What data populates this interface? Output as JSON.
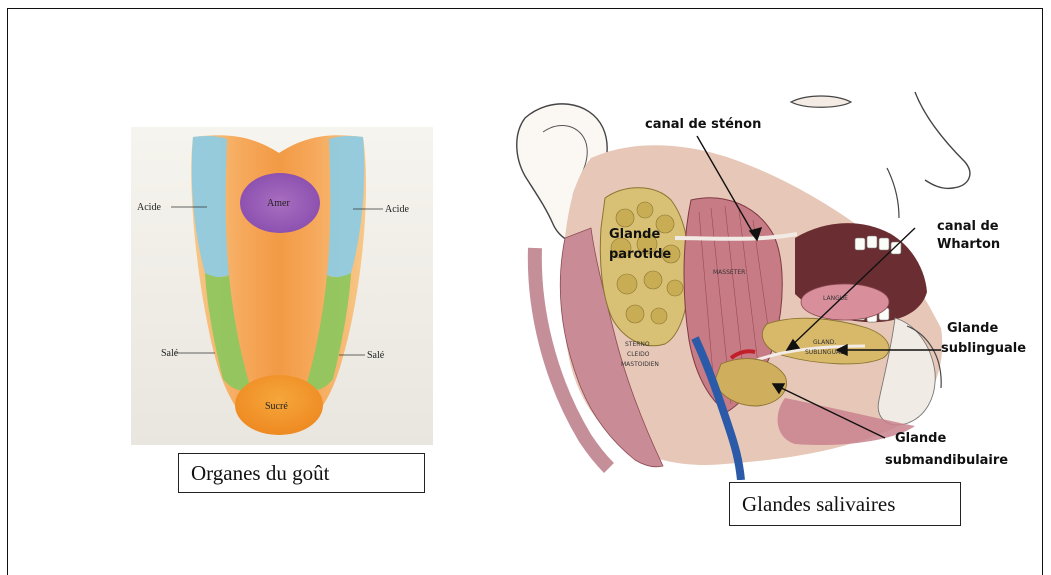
{
  "tongue": {
    "labels": {
      "acide_left": "Acide",
      "acide_right": "Acide",
      "amer": "Amer",
      "sale_left": "Salé",
      "sale_right": "Salé",
      "sucre": "Sucré"
    },
    "caption": "Organes du goût"
  },
  "salivary": {
    "labels": {
      "canal_stenon": "canal de sténon",
      "canal_wharton_1": "canal de",
      "canal_wharton_2": "Wharton",
      "glande_parotide_1": "Glande",
      "glande_parotide_2": "parotide",
      "glande_sublinguale_1": "Glande",
      "glande_sublinguale_2": "sublinguale",
      "glande_submandibulaire_1": "Glande",
      "glande_submandibulaire_2": "submandibulaire",
      "masseter": "MASSETER",
      "langue": "LANGUE",
      "sterno_1": "STERNO",
      "sterno_2": "CLEIDO",
      "sterno_3": "MASTOIDIEN",
      "gland_small_1": "GLAND.",
      "gland_small_2": "SUBLINGUALE"
    },
    "caption": "Glandes salivaires"
  }
}
